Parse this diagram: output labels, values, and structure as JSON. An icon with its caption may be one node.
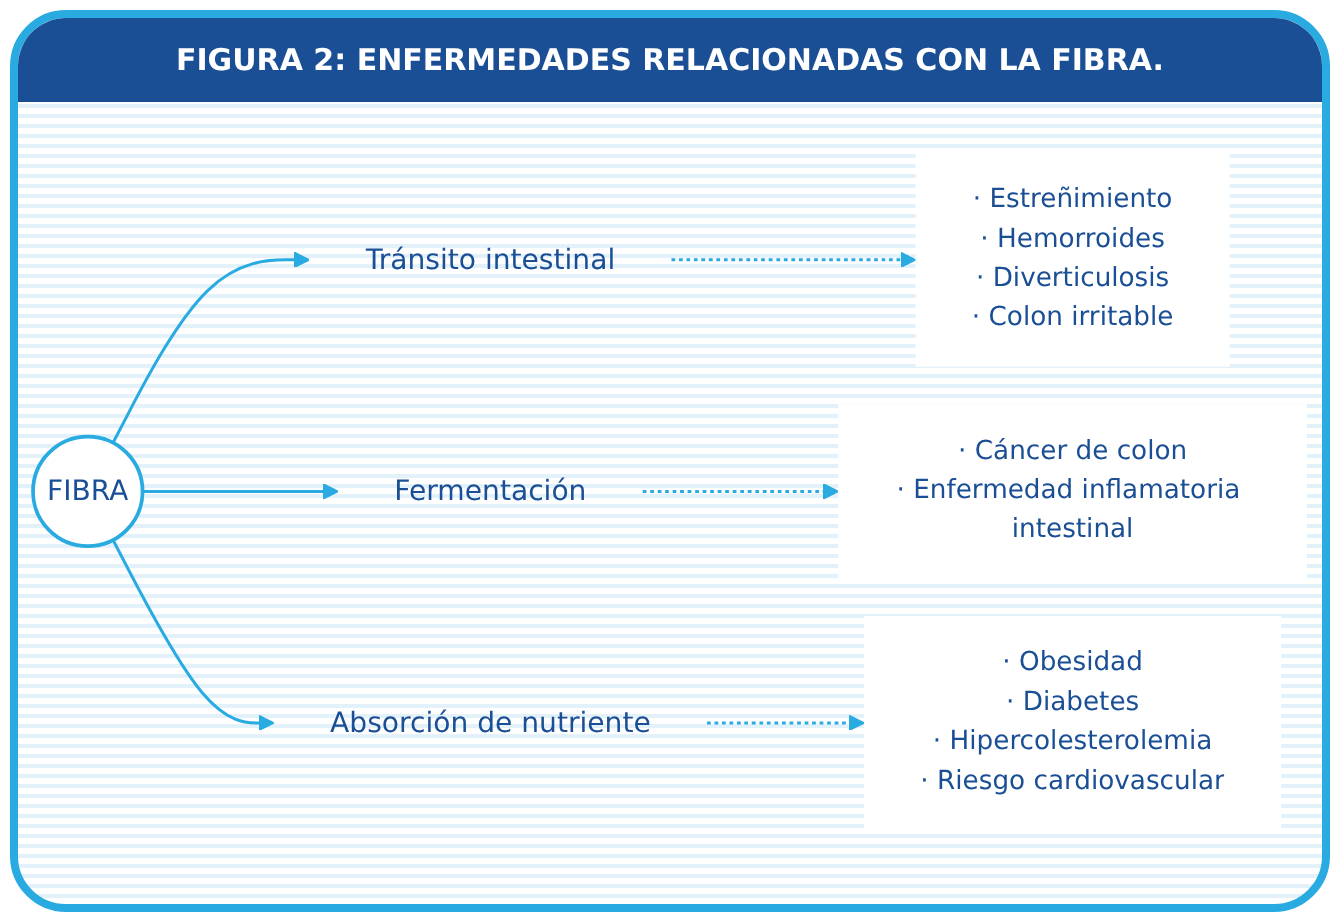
{
  "diagram": {
    "title": "FIGURA 2: ENFERMEDADES RELACIONADAS CON LA FIBRA.",
    "nodes": [
      {
        "text": [
          "FIBRA"
        ]
      },
      {
        "text": [
          "Tránsito intestinal"
        ]
      },
      {
        "text": [
          "Fermentación"
        ]
      },
      {
        "text": [
          "Absorción de nutriente"
        ]
      },
      {
        "text": [
          "· Estreñimiento",
          "· Hemorroides",
          "· Diverticulosis",
          "· Colon irritable"
        ]
      },
      {
        "text": [
          "· Cáncer de colon",
          "· Enfermedad inflamatoria intestinal"
        ]
      },
      {
        "text": [
          "· Obesidad",
          "· Diabetes",
          "· Hipercolesterolemia",
          "· Riesgo cardiovascular"
        ]
      }
    ],
    "edges": [
      {
        "from": 0,
        "to": 1,
        "arrow": "to"
      },
      {
        "from": 0,
        "to": 2,
        "arrow": "to"
      },
      {
        "from": 0,
        "to": 3,
        "arrow": "to"
      },
      {
        "from": 1,
        "to": 4,
        "arrow": "to",
        "style": "dashed"
      },
      {
        "from": 2,
        "to": 5,
        "arrow": "to",
        "style": "dashed"
      },
      {
        "from": 3,
        "to": 6,
        "arrow": "to",
        "style": "dashed"
      }
    ]
  }
}
